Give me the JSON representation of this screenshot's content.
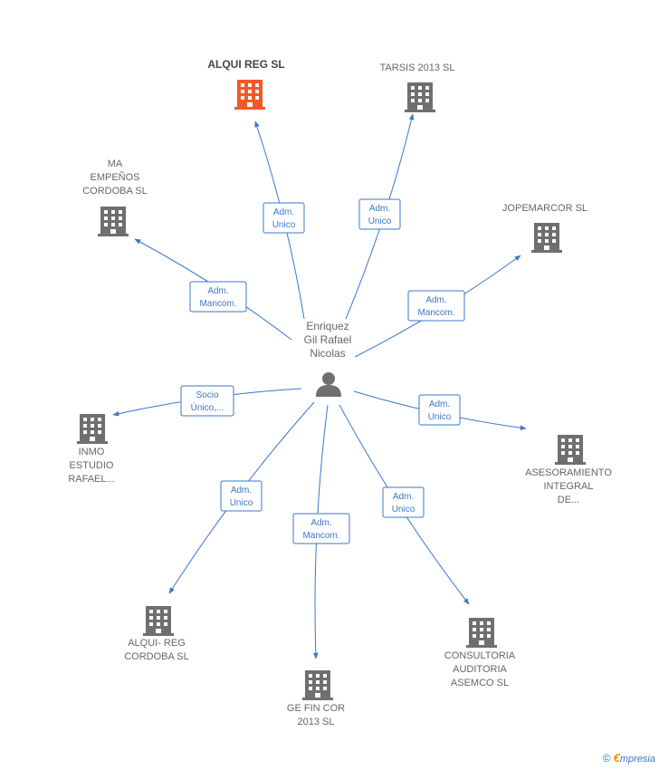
{
  "center": {
    "name_lines": [
      "Enriquez",
      "Gil Rafael",
      "Nicolas"
    ],
    "icon": "person-icon"
  },
  "colors": {
    "edge": "#3a78c9",
    "company": "#6f6f6f",
    "highlight": "#f05a28"
  },
  "nodes": [
    {
      "id": "alqui-reg-sl",
      "lines": [
        "ALQUI REG SL"
      ],
      "highlight": true,
      "relation": [
        "Adm.",
        "Unico"
      ]
    },
    {
      "id": "tarsis-2013-sl",
      "lines": [
        "TARSIS 2013 SL"
      ],
      "highlight": false,
      "relation": [
        "Adm.",
        "Unico"
      ]
    },
    {
      "id": "ma-empenos-cordoba-sl",
      "lines": [
        "MA",
        "EMPEÑOS",
        "CORDOBA SL"
      ],
      "highlight": false,
      "relation": [
        "Adm.",
        "Mancom."
      ]
    },
    {
      "id": "jopemarcor-sl",
      "lines": [
        "JOPEMARCOR SL"
      ],
      "highlight": false,
      "relation": [
        "Adm.",
        "Mancom."
      ]
    },
    {
      "id": "inmo-estudio-rafael",
      "lines": [
        "INMO",
        "ESTUDIO",
        "RAFAEL..."
      ],
      "highlight": false,
      "relation": [
        "Socio",
        "Único,..."
      ]
    },
    {
      "id": "asesoramiento-integral",
      "lines": [
        "ASESORAMIENTO",
        "INTEGRAL",
        "DE..."
      ],
      "highlight": false,
      "relation": [
        "Adm.",
        "Unico"
      ]
    },
    {
      "id": "alqui-reg-cordoba-sl",
      "lines": [
        "ALQUI- REG",
        "CORDOBA SL"
      ],
      "highlight": false,
      "relation": [
        "Adm.",
        "Unico"
      ]
    },
    {
      "id": "ge-fin-cor-2013-sl",
      "lines": [
        "GE FIN COR",
        "2013  SL"
      ],
      "highlight": false,
      "relation": [
        "Adm.",
        "Mancom."
      ]
    },
    {
      "id": "consultoria-auditoria-asemco-sl",
      "lines": [
        "CONSULTORIA",
        "AUDITORIA",
        "ASEMCO SL"
      ],
      "highlight": false,
      "relation": [
        "Adm.",
        "Unico"
      ]
    }
  ],
  "footer": {
    "copyright": "©",
    "brand_first": "€",
    "brand_rest": "mpresia"
  }
}
